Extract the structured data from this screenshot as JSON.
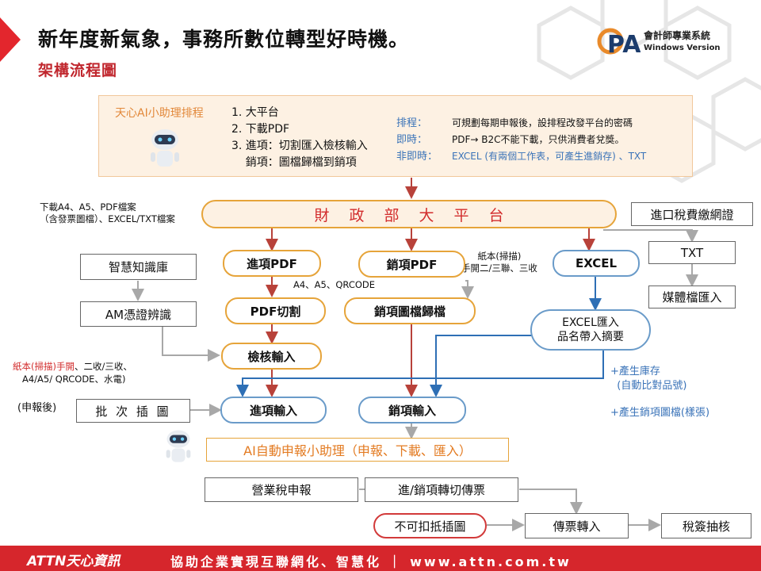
{
  "header": {
    "title": "新年度新氣象，事務所數位轉型好時機。",
    "subtitle": "架構流程圖",
    "logo_line1": "會計師專業系統",
    "logo_line2": "Windows Version"
  },
  "info": {
    "label": "天心AI小助理排程",
    "steps": "1. 大平台\n2. 下載PDF\n3. 進項：切割匯入檢核輸入\n    銷項：圖檔歸檔到銷項",
    "schedule": [
      {
        "key": "排程：",
        "value": "可規劃每期申報後，設排程改發平台的密碼"
      },
      {
        "key": "即時：",
        "value": "PDF→ B2C不能下載，只供消費者兌獎。"
      },
      {
        "key": "非即時：",
        "value": "EXCEL (有兩個工作表，可產生進銷存) 、TXT"
      }
    ]
  },
  "nodes": {
    "platform": "財政部大平台",
    "customs": "進口稅費繳網證",
    "knowledge": "智慧知識庫",
    "am": "AM憑證辨識",
    "in_pdf": "進項PDF",
    "out_pdf": "銷項PDF",
    "excel": "EXCEL",
    "txt": "TXT",
    "media": "媒體檔匯入",
    "pdf_cut": "PDF切割",
    "out_archive": "銷項圖檔歸檔",
    "excel_import": "EXCEL匯入\n品名帶入摘要",
    "check_input": "檢核輸入",
    "batch_insert": "批 次 插 圖",
    "in_input": "進項輸入",
    "out_input": "銷項輸入",
    "ai_assist": "AI自動申報小助理（申報、下載、匯入）",
    "vat_filing": "營業稅申報",
    "transfer_voucher": "進/銷項轉切傳票",
    "non_deduct": "不可扣抵插圖",
    "voucher_in": "傳票轉入",
    "tax_sampling": "稅簽抽核"
  },
  "notes": {
    "download": "下載A4、A5、PDF檔案\n（含發票圖檔）、EXCEL/TXT檔案",
    "paper_scan": "紙本(掃描)\n手開二/三聯、三收",
    "a4_note": "A4、A5、QRCODE",
    "paper_red": "紙本(掃描)手開",
    "paper_rest": "、二收/三收、",
    "paper_line2": "A4/A5/ QRCODE、水電)",
    "after_filing": "(申報後)",
    "inventory": "+產生庫存\n  (自動比對品號)",
    "sales_image": "+產生銷項圖檔(樣張)"
  },
  "footer": {
    "brand": "ATTN天心資訊",
    "slogan": "協助企業實現互聯網化、智慧化 ｜ www.attn.com.tw"
  },
  "colors": {
    "accent_red": "#d6262c",
    "orange": "#e6a43a",
    "blue": "#3a73b8",
    "dark_red_arrow": "#b8423a"
  }
}
